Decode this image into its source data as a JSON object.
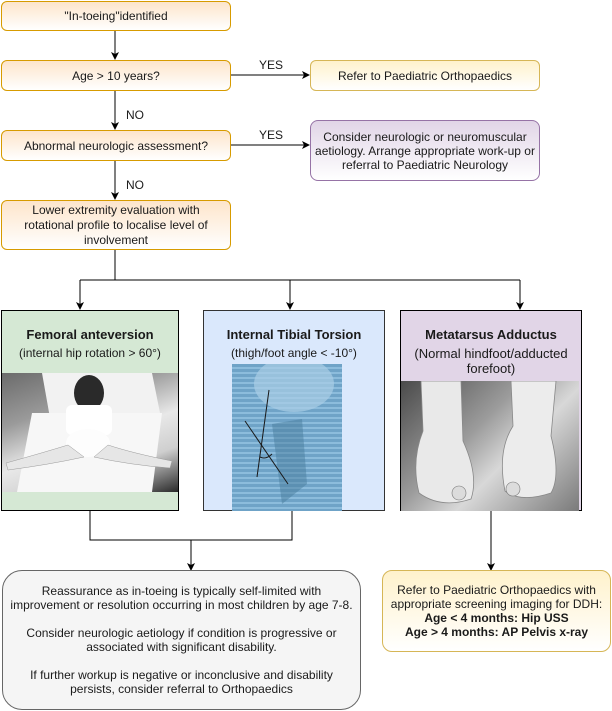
{
  "nodes": {
    "start": "\"In-toeing\"identified",
    "age_question": "Age > 10 years?",
    "refer_ortho": "Refer to Paediatric Orthopaedics",
    "neuro_question": "Abnormal neurologic assessment?",
    "neuro_action": "Consider neurologic or neuromuscular aetiology. Arrange appropriate work-up or referral to Paediatric Neurology",
    "lower_extremity": "Lower extremity evaluation with rotational profile to localise level of involvement"
  },
  "edge_labels": {
    "yes1": "YES",
    "no1": "NO",
    "yes2": "YES",
    "no2": "NO"
  },
  "cards": [
    {
      "title": "Femoral anteversion",
      "subtitle": "(internal hip rotation > 60°)",
      "photo": "child-lying-prone-w-sitting-photo",
      "color": "#d5e8d4"
    },
    {
      "title": "Internal Tibial Torsion",
      "subtitle": "(thigh/foot angle < -10°)",
      "photo": "thigh-foot-angle-diagram-photo",
      "color": "#dae8fc"
    },
    {
      "title": "Metatarsus Adductus",
      "subtitle": "(Normal hindfoot/adducted forefoot)",
      "photo": "infant-feet-photo",
      "color": "#e1d5e7"
    }
  ],
  "reassurance": {
    "paragraphs": [
      "Reassurance as in-toeing is typically self-limited with improvement or resolution occurring in most children by age 7-8.",
      "Consider neurologic aetiology if condition is progressive or associated with significant disability.",
      "If further workup is negative or inconclusive and disability persists, consider referral to Orthopaedics"
    ]
  },
  "ddh": {
    "line1": "Refer to Paediatric Orthopaedics with appropriate screening imaging for DDH:",
    "line2": "Age < 4 months: Hip USS",
    "line3": "Age > 4 months: AP Pelvis x-ray"
  }
}
